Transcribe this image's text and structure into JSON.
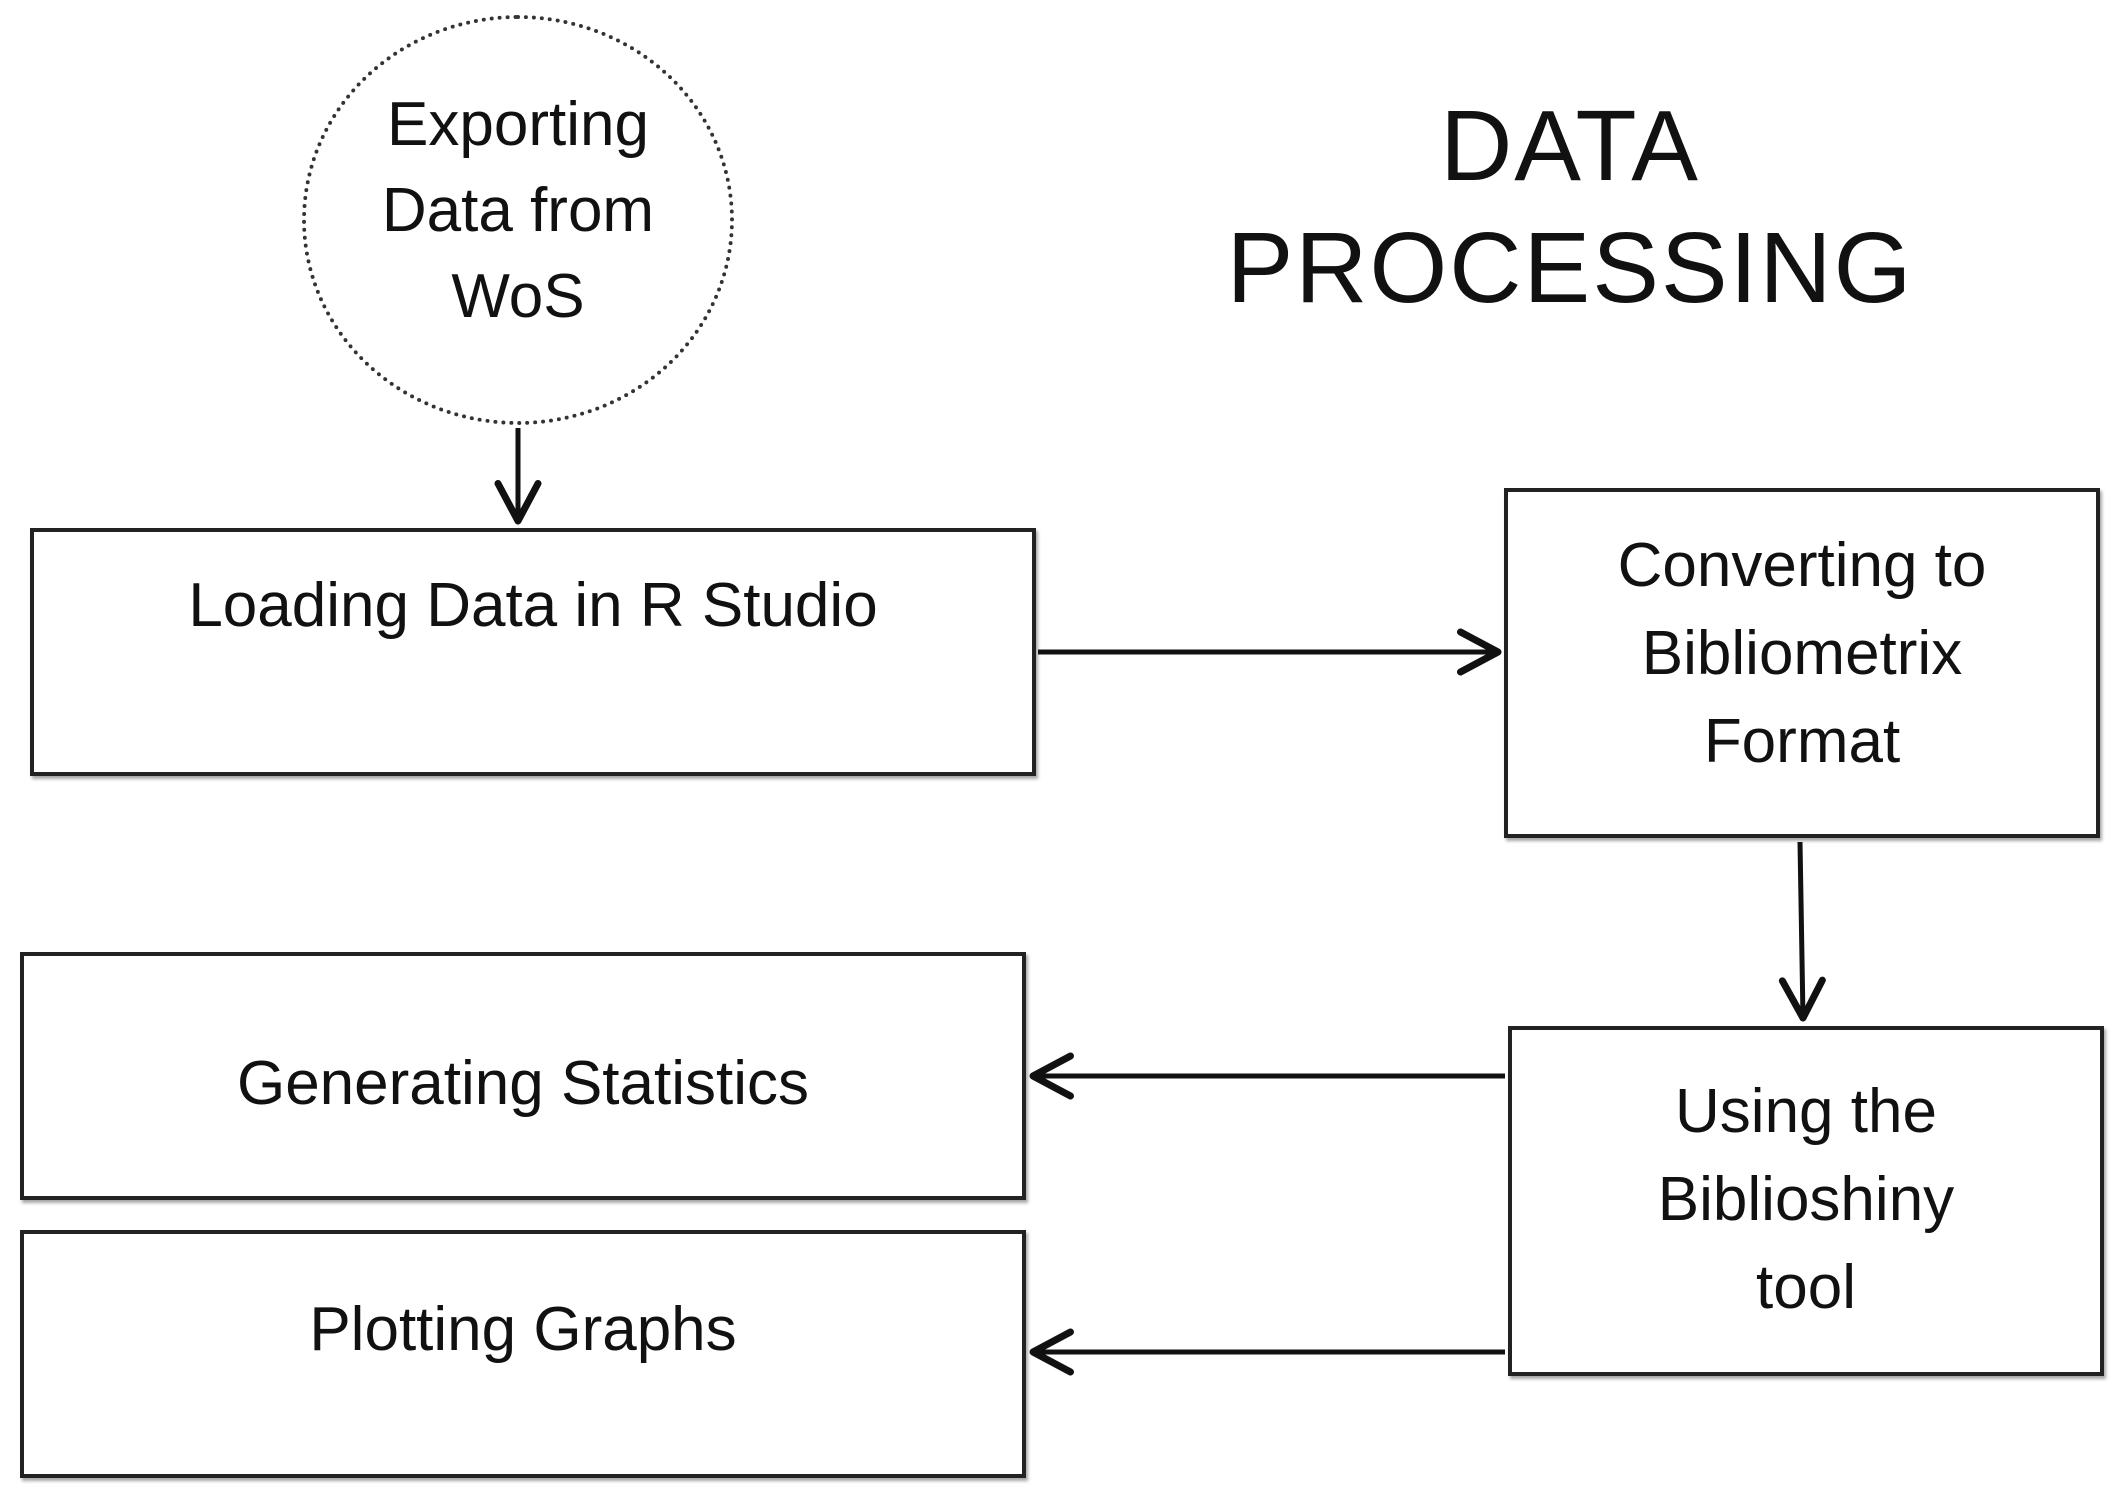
{
  "diagram": {
    "title": "DATA\nPROCESSING",
    "nodes": {
      "export": "Exporting\nData from\nWoS",
      "load": "Loading Data in R Studio",
      "convert": "Converting to\nBibliometrix\nFormat",
      "using": "Using the\nBiblioshiny\ntool",
      "stats": "Generating Statistics",
      "plot": "Plotting Graphs"
    },
    "edges": [
      {
        "from": "export",
        "to": "load"
      },
      {
        "from": "load",
        "to": "convert"
      },
      {
        "from": "convert",
        "to": "using"
      },
      {
        "from": "using",
        "to": "stats"
      },
      {
        "from": "using",
        "to": "plot"
      }
    ]
  }
}
